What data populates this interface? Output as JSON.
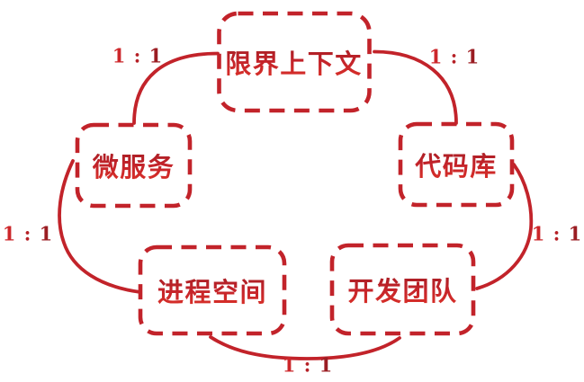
{
  "diagram": {
    "background_color": "#ffffff",
    "line_color": "#c2232a",
    "text_color_dark": "#9e1c22",
    "text_color_bright": "#dd3228",
    "nodes": [
      {
        "id": "bounded-context",
        "label": "限界上下文"
      },
      {
        "id": "microservice",
        "label": "微服务"
      },
      {
        "id": "code-repository",
        "label": "代码库"
      },
      {
        "id": "process-space",
        "label": "进程空间"
      },
      {
        "id": "dev-team",
        "label": "开发团队"
      }
    ],
    "edges": [
      {
        "from": "microservice",
        "to": "bounded-context",
        "label": "1 : 1"
      },
      {
        "from": "bounded-context",
        "to": "code-repository",
        "label": "1 : 1"
      },
      {
        "from": "microservice",
        "to": "process-space",
        "label": "1 : 1"
      },
      {
        "from": "code-repository",
        "to": "dev-team",
        "label": "1 : 1"
      },
      {
        "from": "process-space",
        "to": "dev-team",
        "label": "1 : 1"
      }
    ]
  }
}
